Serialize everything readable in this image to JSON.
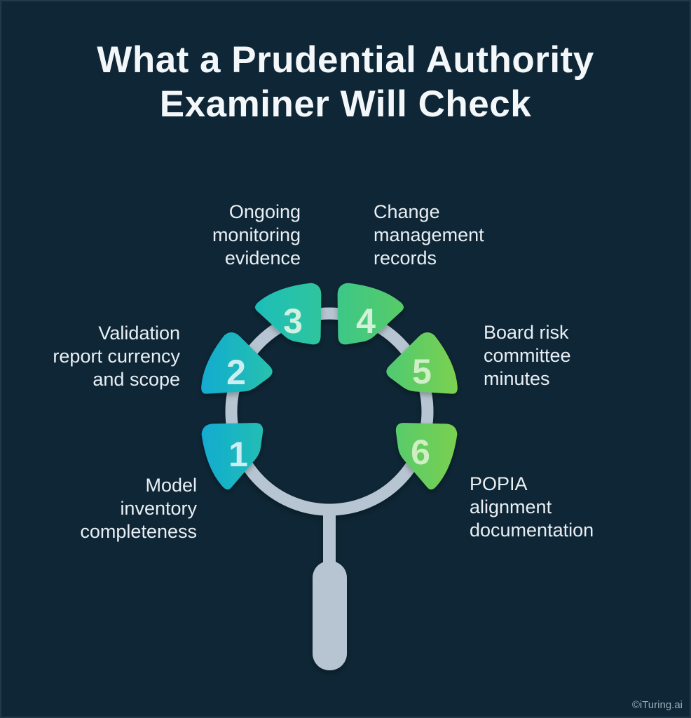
{
  "title": "What a Prudential Authority\nExaminer Will Check",
  "items": [
    {
      "number": "1",
      "label": "Model\ninventory\ncompleteness",
      "color_start": "#11abd1",
      "color_end": "#27c2ae",
      "number_color": "#cdeef3"
    },
    {
      "number": "2",
      "label": "Validation\nreport currency\nand scope",
      "color_start": "#11abd1",
      "color_end": "#29c3ab",
      "number_color": "#cdeef0"
    },
    {
      "number": "3",
      "label": "Ongoing\nmonitoring\nevidence",
      "color_start": "#1dbeba",
      "color_end": "#33c697",
      "number_color": "#d0f0e2"
    },
    {
      "number": "4",
      "label": "Change\nmanagement\nrecords",
      "color_start": "#37c78e",
      "color_end": "#58cb67",
      "number_color": "#d3f1d9"
    },
    {
      "number": "5",
      "label": "Board risk\ncommittee\nminutes",
      "color_start": "#4bc975",
      "color_end": "#7cd14e",
      "number_color": "#cff0c6"
    },
    {
      "number": "6",
      "label": "POPIA\nalignment\ndocumentation",
      "color_start": "#50ca71",
      "color_end": "#7ad04f",
      "number_color": "#cdefc2"
    }
  ],
  "magnifier": {
    "ring_color": "#b6c5d1"
  },
  "footer": {
    "credit": "©iTuring.ai"
  },
  "colors": {
    "background": "#0e2635",
    "title_text": "#f4f7f9",
    "label_text": "#e9eff4",
    "credit_text": "#9aacb9"
  }
}
